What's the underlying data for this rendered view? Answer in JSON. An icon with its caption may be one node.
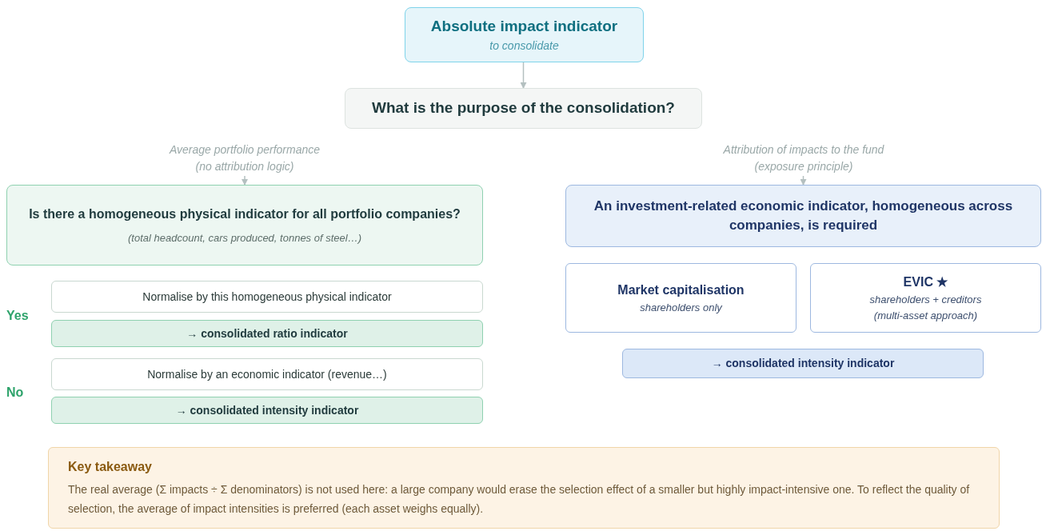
{
  "diagram": {
    "nodes": [
      {
        "text": [
          "Absolute impact indicator",
          "to consolidate"
        ]
      },
      {
        "text": [
          "What is the purpose of the consolidation?"
        ]
      },
      {
        "text": [
          "Average portfolio performance",
          "(no attribution logic)"
        ]
      },
      {
        "text": [
          "Is there a homogeneous physical indicator for all portfolio companies?",
          "(total headcount, cars produced, tonnes of steel…)"
        ]
      },
      {
        "text": [
          "Normalise by this homogeneous physical indicator"
        ]
      },
      {
        "text": [
          "→ consolidated ratio indicator"
        ]
      },
      {
        "text": [
          "Normalise by an economic indicator (revenue…)"
        ]
      },
      {
        "text": [
          "→ consolidated intensity indicator"
        ]
      },
      {
        "text": [
          "Attribution of impacts to the fund",
          "(exposure principle)"
        ]
      },
      {
        "text": [
          "An investment-related economic indicator, homogeneous across companies, is required"
        ]
      },
      {
        "text": [
          "Market capitalisation",
          "shareholders only"
        ]
      },
      {
        "text": [
          "EVIC ★",
          "shareholders + creditors",
          "(multi-asset approach)"
        ]
      },
      {
        "text": [
          "→ consolidated intensity indicator"
        ]
      },
      {
        "text": [
          "Key takeaway",
          "The real average (Σ impacts ÷ Σ denominators) is not used here: a large company would erase the selection effect of a smaller but highly impact-intensive one. To reflect the quality of selection, the average of impact intensities is preferred (each asset weighs equally)."
        ]
      }
    ],
    "edges": [
      {
        "from": 0,
        "to": 1,
        "arrow": "to"
      },
      {
        "from": 2,
        "to": 3,
        "arrow": "to"
      },
      {
        "from": 8,
        "to": 9,
        "arrow": "to"
      }
    ],
    "labels": [
      "Yes",
      "No"
    ]
  }
}
